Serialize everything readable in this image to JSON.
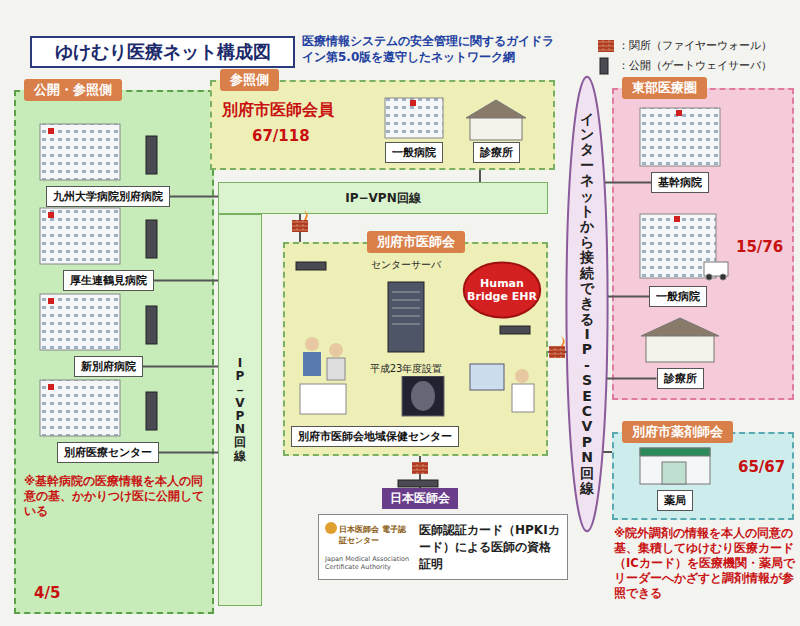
{
  "diagram": {
    "title": "ゆけむり医療ネット構成図",
    "nodes": [
      {
        "text": [
          "ゆけむり医療ネット構成図"
        ]
      },
      {
        "text": [
          "公開・参照側"
        ]
      },
      {
        "text": [
          "九州大学病院別府病院"
        ],
        "in": 1
      },
      {
        "text": [
          "厚生連鶴見病院"
        ],
        "in": 1
      },
      {
        "text": [
          "新別府病院"
        ],
        "in": 1
      },
      {
        "text": [
          "別府医療センター"
        ],
        "in": 1
      },
      {
        "text": [
          "参照側",
          "別府市医師会員",
          "67/118"
        ]
      },
      {
        "text": [
          "一般病院"
        ],
        "in": 6
      },
      {
        "text": [
          "診療所"
        ],
        "in": 6
      },
      {
        "text": [
          "IP−VPN回線"
        ]
      },
      {
        "text": [
          "IP－VPN回線"
        ]
      },
      {
        "text": [
          "別府市医師会"
        ]
      },
      {
        "text": [
          "センターサーバ",
          "平成23年度設置"
        ],
        "in": 11
      },
      {
        "text": [
          "Human Bridge EHR"
        ],
        "in": 11
      },
      {
        "text": [
          "別府市医師会地域保健センター"
        ],
        "in": 11
      },
      {
        "text": [
          "日本医師会"
        ]
      },
      {
        "text": [
          "日本医師会 電子認証センター",
          "Japan Medical Association Certificate Authority",
          "医師認証カード（HPKIカード）による医師の資格証明"
        ]
      },
      {
        "text": [
          "インターネットから接続できるIP-SEC VPN回線"
        ]
      },
      {
        "text": [
          "東部医療圏"
        ]
      },
      {
        "text": [
          "基幹病院"
        ],
        "in": 18
      },
      {
        "text": [
          "一般病院"
        ],
        "in": 18
      },
      {
        "text": [
          "診療所"
        ],
        "in": 18
      },
      {
        "text": [
          "別府市薬剤師会"
        ]
      },
      {
        "text": [
          "薬局"
        ],
        "in": 22
      }
    ],
    "edges": [
      {
        "from": 2,
        "to": 9,
        "arrow": "none"
      },
      {
        "from": 3,
        "to": 10,
        "arrow": "none"
      },
      {
        "from": 4,
        "to": 10,
        "arrow": "none"
      },
      {
        "from": 5,
        "to": 10,
        "arrow": "none"
      },
      {
        "from": 6,
        "to": 9,
        "arrow": "none"
      },
      {
        "from": 11,
        "to": 9,
        "arrow": "none"
      },
      {
        "from": 11,
        "to": 17,
        "arrow": "none"
      },
      {
        "from": 11,
        "to": 15,
        "arrow": "none"
      },
      {
        "from": 17,
        "to": 19,
        "arrow": "none"
      },
      {
        "from": 17,
        "to": 20,
        "arrow": "none"
      },
      {
        "from": 17,
        "to": 21,
        "arrow": "none"
      },
      {
        "from": 17,
        "to": 22,
        "arrow": "none"
      }
    ],
    "labels": [
      "医療情報システムの安全管理に関するガイドライン第5.0版を遵守したネットワーク網",
      "※基幹病院の医療情報を本人の同意の基、かかりつけ医に公開している",
      "4/5",
      "15/76",
      "65/67",
      "※院外調剤の情報を本人の同意の基、集積してゆけむり医療カード（ICカード）を医療機関・薬局でリーダーへかざすと調剤情報が参照できる"
    ],
    "legend": [
      {
        "text": "：関所（ファイヤーウォール）"
      },
      {
        "text": "：公開（ゲートウェイサーバ）"
      }
    ]
  }
}
